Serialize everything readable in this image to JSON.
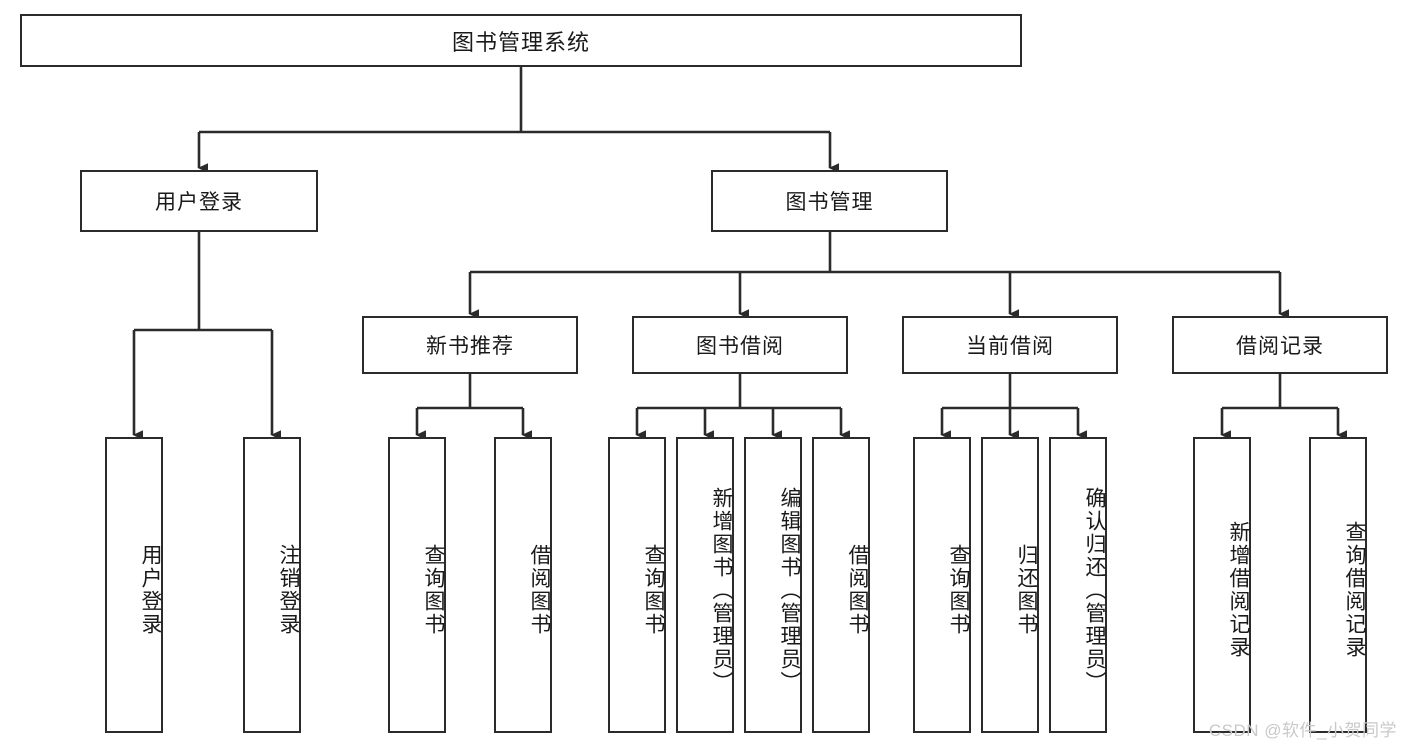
{
  "diagram": {
    "title": "图书管理系统",
    "type": "tree-hierarchy-chart",
    "watermark": "CSDN @软件_小贺同学",
    "root": {
      "label": "图书管理系统"
    },
    "level2": [
      {
        "label": "用户登录"
      },
      {
        "label": "图书管理"
      }
    ],
    "level3": [
      {
        "label": "新书推荐"
      },
      {
        "label": "图书借阅"
      },
      {
        "label": "当前借阅"
      },
      {
        "label": "借阅记录"
      }
    ],
    "leaves": {
      "user_login": [
        {
          "label": "用户登录"
        },
        {
          "label": "注销登录"
        }
      ],
      "new_book": [
        {
          "label": "查询图书"
        },
        {
          "label": "借阅图书"
        }
      ],
      "book_borrow": [
        {
          "label": "查询图书"
        },
        {
          "label": "新增图书（管理员）"
        },
        {
          "label": "编辑图书（管理员）"
        },
        {
          "label": "借阅图书"
        }
      ],
      "current_borrow": [
        {
          "label": "查询图书"
        },
        {
          "label": "归还图书"
        },
        {
          "label": "确认归还（管理员）"
        }
      ],
      "borrow_record": [
        {
          "label": "新增借阅记录"
        },
        {
          "label": "查询借阅记录"
        }
      ]
    },
    "colors": {
      "stroke": "#2b2b2b",
      "fill": "#ffffff",
      "text": "#1a1a1a",
      "watermark": "#c9c9c9"
    }
  }
}
